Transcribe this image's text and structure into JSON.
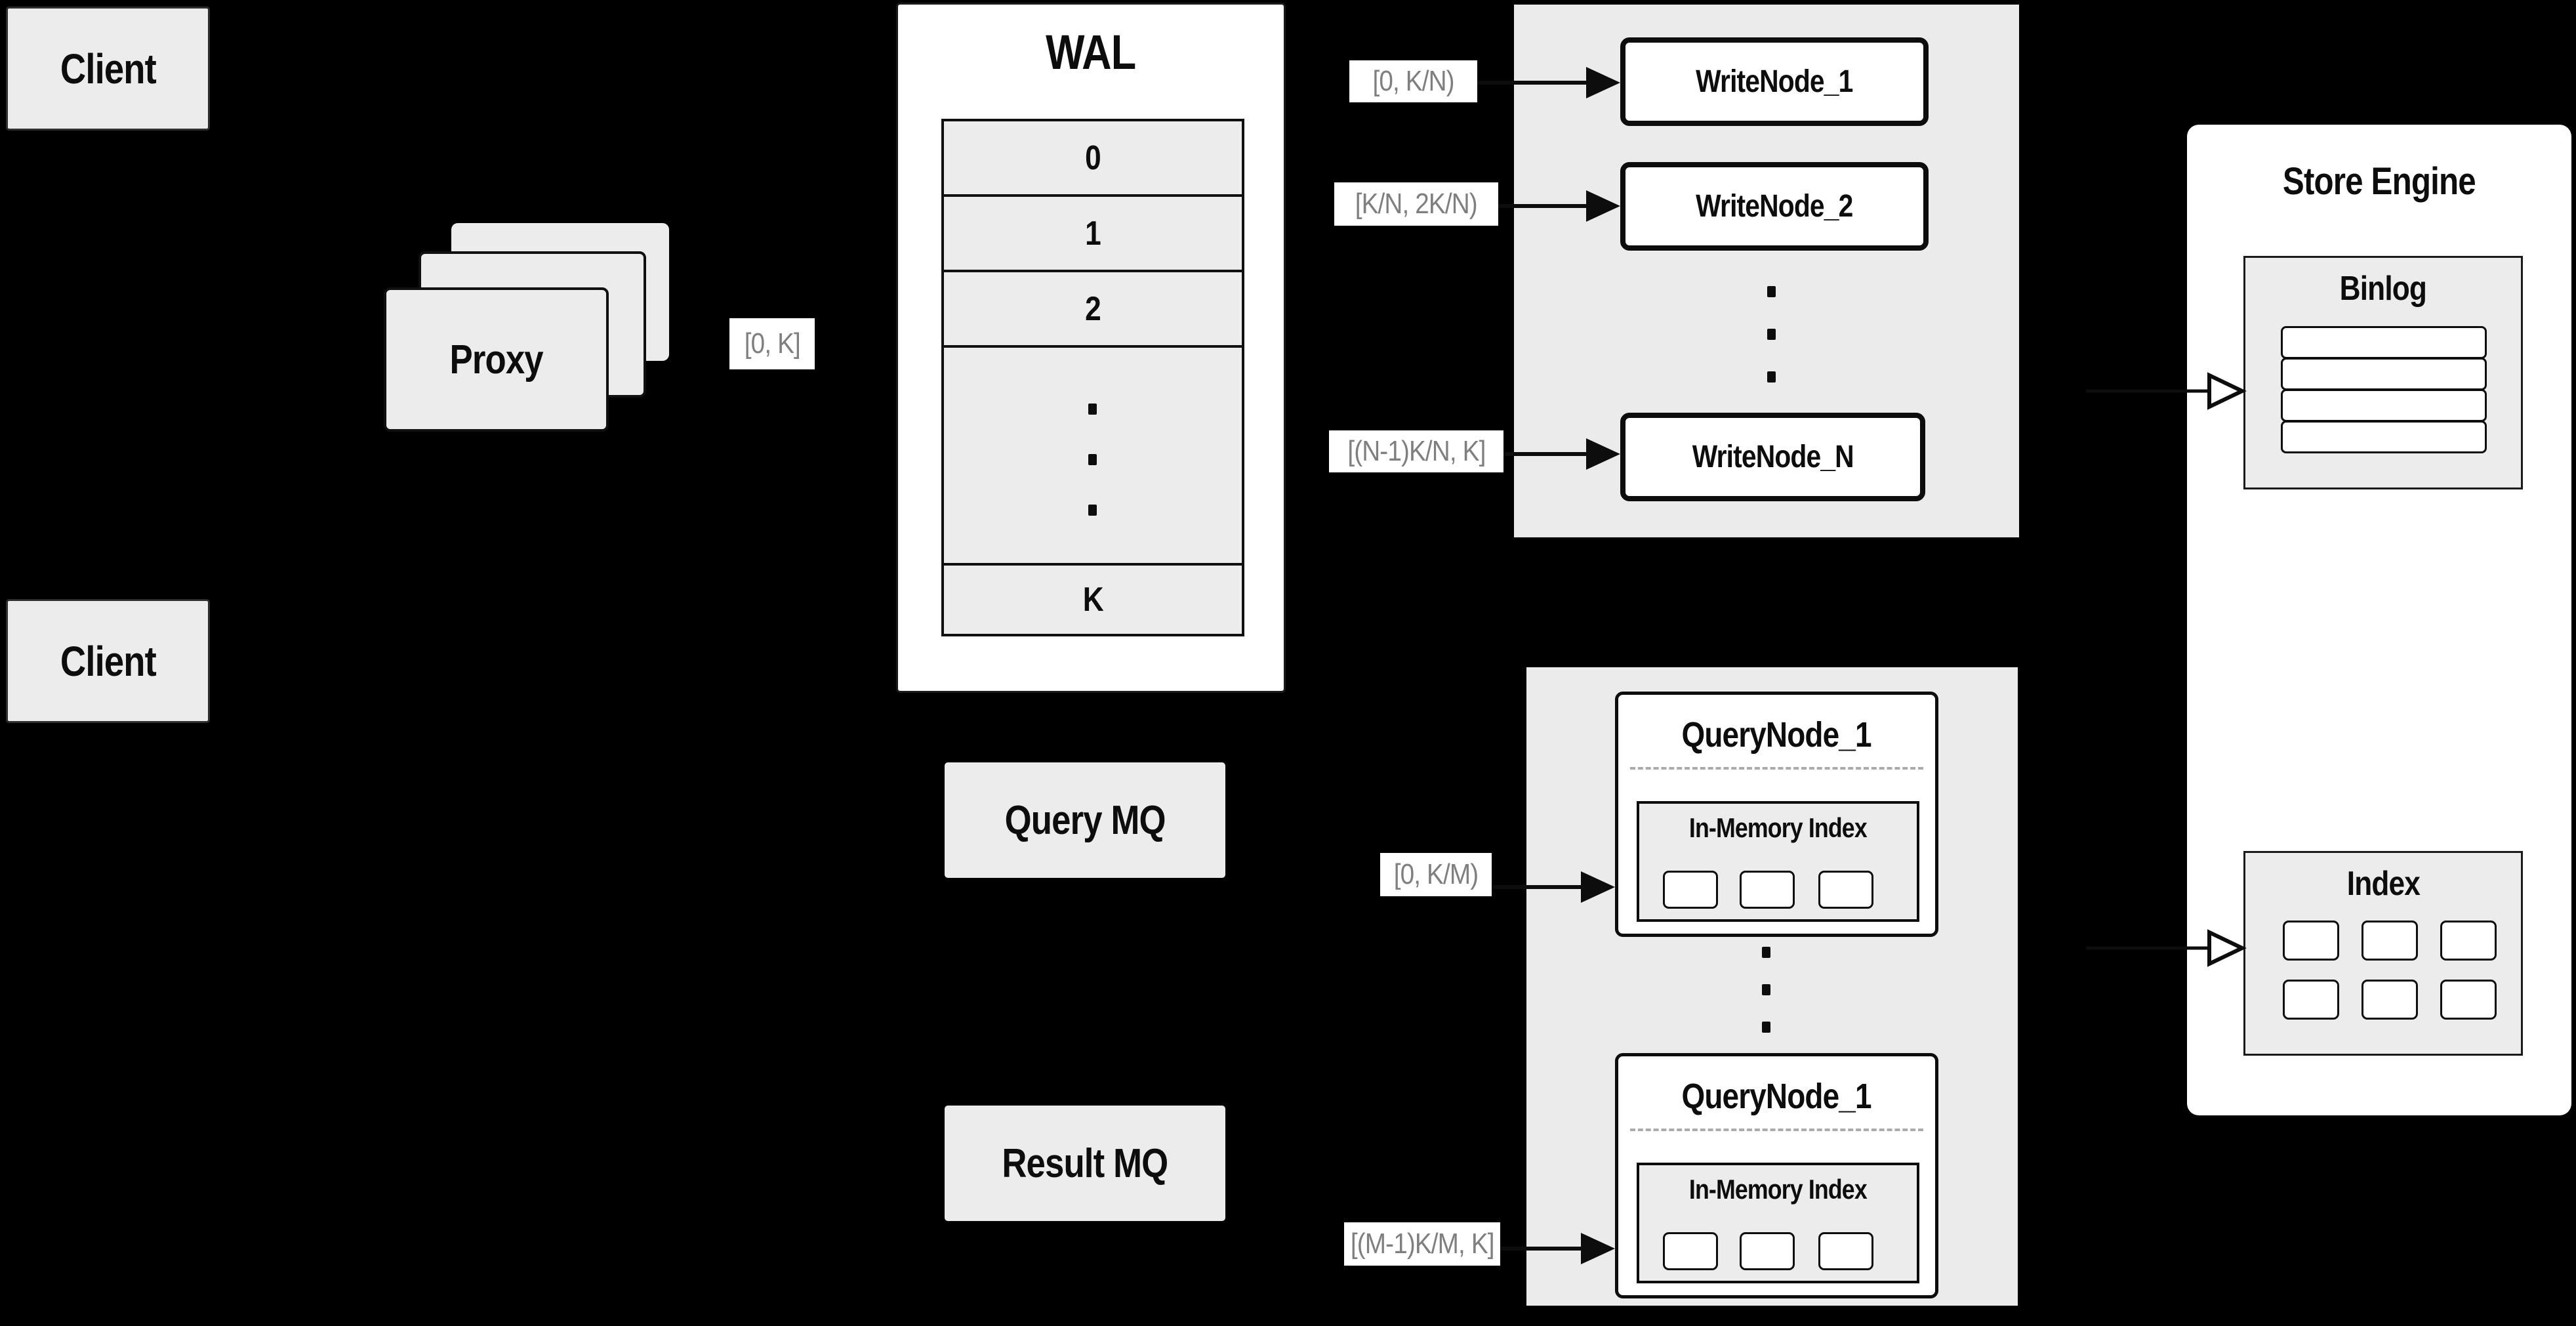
{
  "colors": {
    "background": "#000000",
    "panel_fill": "#ebebeb",
    "box_fill": "#ececec",
    "node_fill": "#ffffff",
    "border": "#0d0d0d",
    "range_text": "#7f7f7f"
  },
  "clients": [
    {
      "label": "Client"
    },
    {
      "label": "Client"
    }
  ],
  "proxy": {
    "label": "Proxy",
    "range_label": "[0, K]"
  },
  "wal": {
    "title": "WAL",
    "rows": [
      "0",
      "1",
      "2"
    ],
    "tail_row": "K"
  },
  "write_cluster": {
    "ranges": [
      "[0,  K/N)",
      "[K/N, 2K/N)",
      "[(N-1)K/N,  K]"
    ],
    "nodes": [
      "WriteNode_1",
      "WriteNode_2",
      "WriteNode_N"
    ]
  },
  "mq": {
    "query_label": "Query MQ",
    "result_label": "Result MQ"
  },
  "query_cluster": {
    "ranges": [
      "[0, K/M)",
      "[(M-1)K/M, K]"
    ],
    "nodes": [
      {
        "title": "QueryNode_1",
        "memory_index_label": "In-Memory Index"
      },
      {
        "title": "QueryNode_1",
        "memory_index_label": "In-Memory Index"
      }
    ]
  },
  "store_engine": {
    "title": "Store Engine",
    "binlog_title": "Binlog",
    "index_title": "Index"
  }
}
